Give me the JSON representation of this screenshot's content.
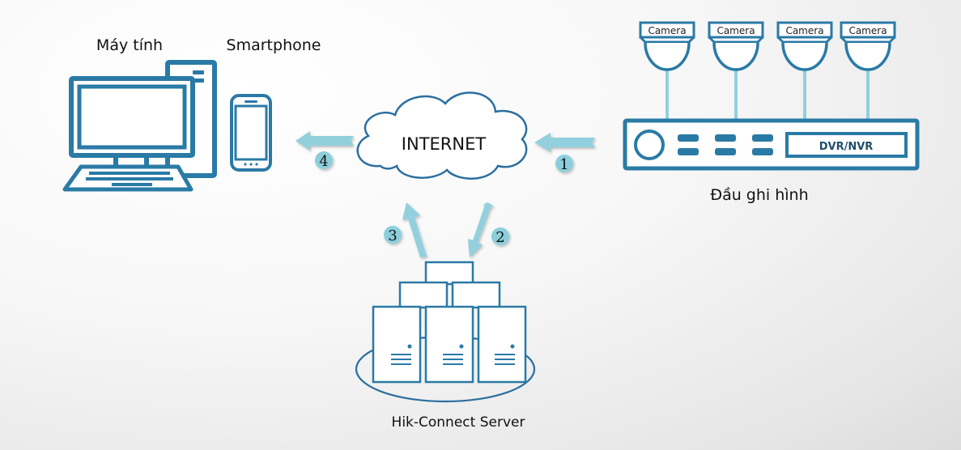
{
  "title": "Hik-Connect remote viewing diagram",
  "colors": {
    "device_stroke": "#2a7aa6",
    "arrow_fill": "#92d0de",
    "badge_fill": "#8ccfdc",
    "cloud_stroke": "#2b6fa0",
    "text": "#111111"
  },
  "nodes": {
    "computer": {
      "label": "Máy tính",
      "icon": "desktop-computer-icon"
    },
    "smartphone": {
      "label": "Smartphone",
      "icon": "smartphone-icon"
    },
    "internet": {
      "label": "INTERNET",
      "icon": "cloud-icon"
    },
    "recorder": {
      "label": "Đầu ghi hình",
      "device_label": "DVR/NVR",
      "icon": "dvr-nvr-icon"
    },
    "cameras": [
      {
        "label": "Camera"
      },
      {
        "label": "Camera"
      },
      {
        "label": "Camera"
      },
      {
        "label": "Camera"
      }
    ],
    "server": {
      "label": "Hik-Connect Server",
      "icon": "server-cluster-icon"
    }
  },
  "steps": [
    {
      "number": "1",
      "from": "DVR/NVR",
      "to": "INTERNET"
    },
    {
      "number": "2",
      "from": "INTERNET",
      "to": "Hik-Connect Server"
    },
    {
      "number": "3",
      "from": "Hik-Connect Server",
      "to": "INTERNET"
    },
    {
      "number": "4",
      "from": "INTERNET",
      "to": "Smartphone / Máy tính"
    }
  ]
}
